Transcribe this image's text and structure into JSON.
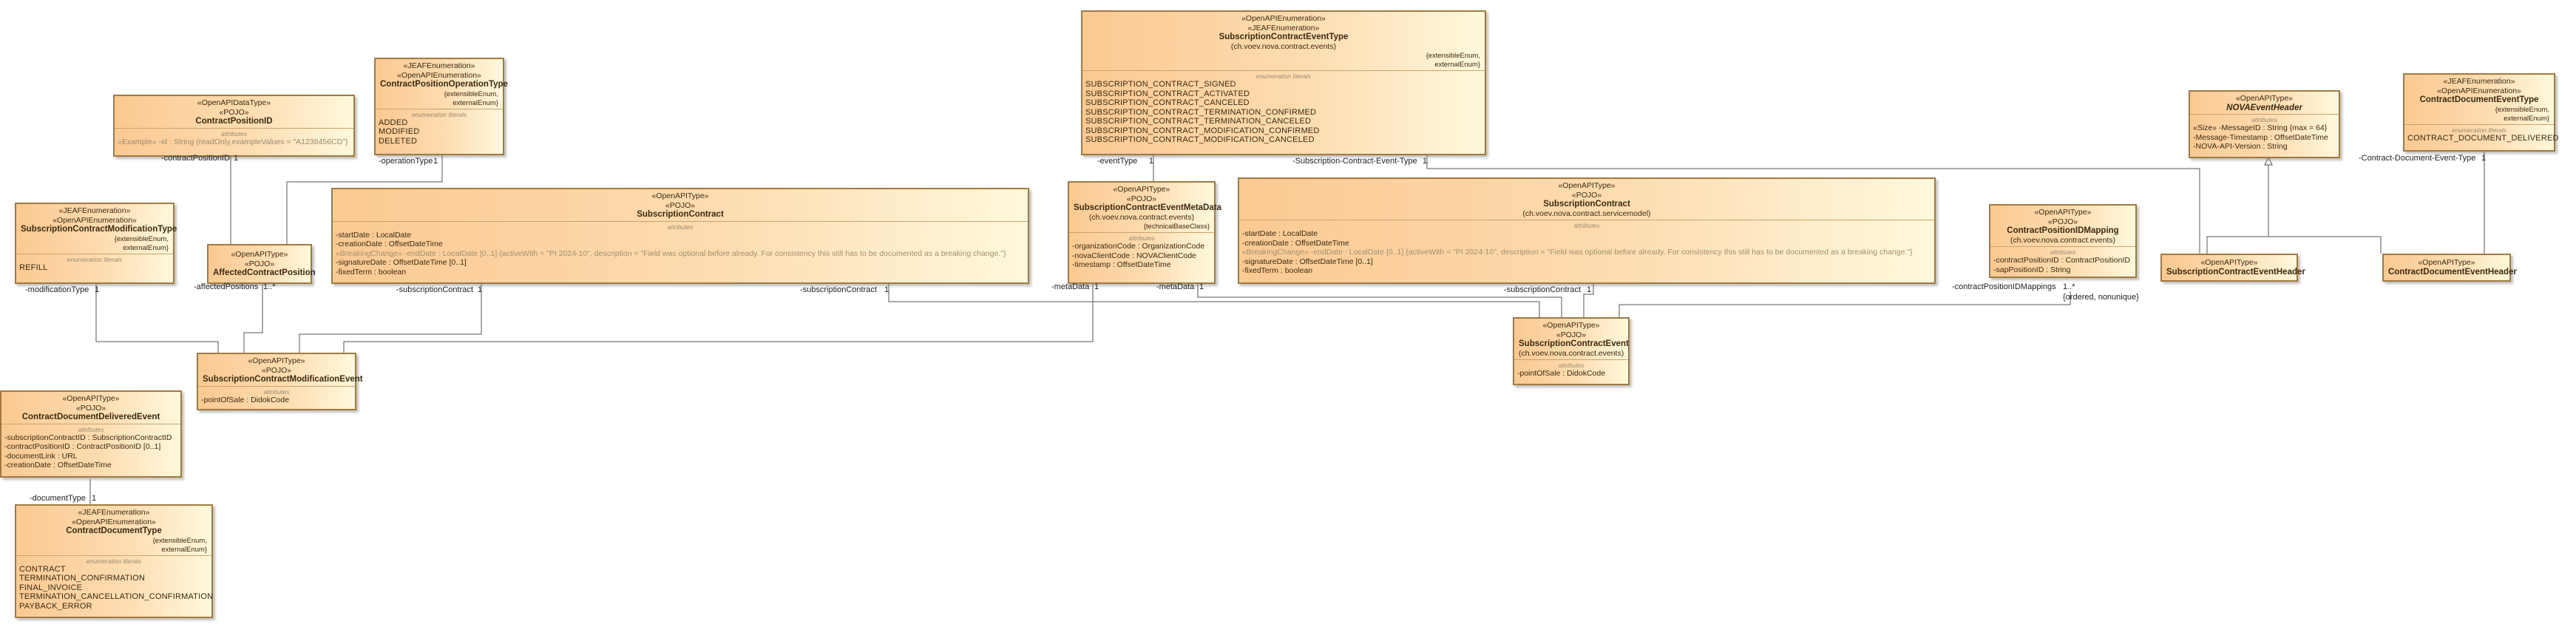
{
  "classes": {
    "contract_position_id": {
      "stereotypes": [
        "«OpenAPIDataType»",
        "«POJO»"
      ],
      "name": "ContractPositionID",
      "section_label": "attributes",
      "attributes": [
        {
          "text": "«Example» -id : String {readOnly,exampleValues = \"A1238456CD\"}",
          "muted": true
        }
      ]
    },
    "contract_position_operation_type": {
      "stereotypes": [
        "«JEAFEnumeration»",
        "«OpenAPIEnumeration»"
      ],
      "name": "ContractPositionOperationType",
      "tagged_values": [
        "{extensibleEnum,",
        "externalEnum}"
      ],
      "section_label": "enumeration literals",
      "literals": [
        "ADDED",
        "MODIFIED",
        "DELETED"
      ]
    },
    "subscription_contract_event_type": {
      "stereotypes": [
        "«OpenAPIEnumeration»",
        "«JEAFEnumeration»"
      ],
      "name": "SubscriptionContractEventType",
      "package": "(ch.voev.nova.contract.events)",
      "tagged_values": [
        "{extensibleEnum,",
        "externalEnum}"
      ],
      "section_label": "enumeration literals",
      "literals": [
        "SUBSCRIPTION_CONTRACT_SIGNED",
        "SUBSCRIPTION_CONTRACT_ACTIVATED",
        "SUBSCRIPTION_CONTRACT_CANCELED",
        "SUBSCRIPTION_CONTRACT_TERMINATION_CONFIRMED",
        "SUBSCRIPTION_CONTRACT_TERMINATION_CANCELED",
        "SUBSCRIPTION_CONTRACT_MODIFICATION_CONFIRMED",
        "SUBSCRIPTION_CONTRACT_MODIFICATION_CANCELED"
      ]
    },
    "nova_event_header": {
      "stereotypes": [
        "«OpenAPIType»"
      ],
      "name": "NOVAEventHeader",
      "section_label": "attributes",
      "attributes": [
        {
          "text": "«Size» -MessageID : String {max = 64}"
        },
        {
          "text": "-Message-Timestamp : OffsetDateTime"
        },
        {
          "text": "-NOVA-API-Version : String"
        }
      ]
    },
    "contract_document_event_type": {
      "stereotypes": [
        "«JEAFEnumeration»",
        "«OpenAPIEnumeration»"
      ],
      "name": "ContractDocumentEventType",
      "tagged_values": [
        "{extensibleEnum,",
        "externalEnum}"
      ],
      "section_label": "enumeration literals",
      "literals": [
        "CONTRACT_DOCUMENT_DELIVERED"
      ]
    },
    "subscription_contract_modification_type": {
      "stereotypes": [
        "«JEAFEnumeration»",
        "«OpenAPIEnumeration»"
      ],
      "name": "SubscriptionContractModificationType",
      "tagged_values": [
        "{extensibleEnum,",
        "externalEnum}"
      ],
      "section_label": "enumeration literals",
      "literals": [
        "REFILL"
      ]
    },
    "affected_contract_position": {
      "stereotypes": [
        "«OpenAPIType»",
        "«POJO»"
      ],
      "name": "AffectedContractPosition"
    },
    "subscription_contract": {
      "stereotypes": [
        "«OpenAPIType»",
        "«POJO»"
      ],
      "name": "SubscriptionContract",
      "section_label": "attributes",
      "attributes": [
        {
          "text": "-startDate : LocalDate"
        },
        {
          "text": "-creationDate : OffsetDateTime"
        },
        {
          "text": "«BreakingChange» -endDate : LocalDate [0..1] {activeWith = \"PI 2024-10\", description = \"Field was optional before already. For consistency this still has to be documented as a breaking change.\"}"
        },
        {
          "text": "-signatureDate : OffsetDateTime [0..1]"
        },
        {
          "text": "-fixedTerm : boolean"
        }
      ]
    },
    "subscription_contract_event_meta_data": {
      "stereotypes": [
        "«OpenAPIType»",
        "«POJO»"
      ],
      "name": "SubscriptionContractEventMetaData",
      "package": "(ch.voev.nova.contract.events)",
      "tagged_values": [
        "{technicalBaseClass}"
      ],
      "section_label": "attributes",
      "attributes": [
        {
          "text": "-organizationCode : OrganizationCode"
        },
        {
          "text": "-novaClientCode : NOVAClientCode"
        },
        {
          "text": "-timestamp : OffsetDateTime"
        }
      ]
    },
    "subscription_contract_sm": {
      "stereotypes": [
        "«OpenAPIType»",
        "«POJO»"
      ],
      "name": "SubscriptionContract",
      "package": "(ch.voev.nova.contract.servicemodel)",
      "section_label": "attributes",
      "attributes": [
        {
          "text": "-startDate : LocalDate"
        },
        {
          "text": "-creationDate : OffsetDateTime"
        },
        {
          "text": "«BreakingChange» -endDate : LocalDate [0..1] {activeWith = \"PI 2024-10\", description = \"Field was optional before already. For consistency this still has to be documented as a breaking change.\"}"
        },
        {
          "text": "-signatureDate : OffsetDateTime [0..1]"
        },
        {
          "text": "-fixedTerm : boolean"
        }
      ]
    },
    "contract_position_id_mapping": {
      "stereotypes": [
        "«OpenAPIType»",
        "«POJO»"
      ],
      "name": "ContractPositionIDMapping",
      "package": "(ch.voev.nova.contract.events)",
      "section_label": "attributes",
      "attributes": [
        {
          "text": "-contractPositionID : ContractPositionID"
        },
        {
          "text": "-sapPositionID : String"
        }
      ]
    },
    "subscription_contract_event_header": {
      "stereotypes": [
        "«OpenAPIType»"
      ],
      "name": "SubscriptionContractEventHeader"
    },
    "contract_document_event_header": {
      "stereotypes": [
        "«OpenAPIType»"
      ],
      "name": "ContractDocumentEventHeader"
    },
    "subscription_contract_modification_event": {
      "stereotypes": [
        "«OpenAPIType»",
        "«POJO»"
      ],
      "name": "SubscriptionContractModificationEvent",
      "section_label": "attributes",
      "attributes": [
        {
          "text": "-pointOfSale : DidokCode"
        }
      ]
    },
    "subscription_contract_event": {
      "stereotypes": [
        "«OpenAPIType»",
        "«POJO»"
      ],
      "name": "SubscriptionContractEvent",
      "package": "(ch.voev.nova.contract.events)",
      "section_label": "attributes",
      "attributes": [
        {
          "text": "-pointOfSale : DidokCode"
        }
      ]
    },
    "contract_document_delivered_event": {
      "stereotypes": [
        "«OpenAPIType»",
        "«POJO»"
      ],
      "name": "ContractDocumentDeliveredEvent",
      "section_label": "attributes",
      "attributes": [
        {
          "text": "-subscriptionContractID : SubscriptionContractID"
        },
        {
          "text": "-contractPositionID : ContractPositionID [0..1]"
        },
        {
          "text": "-documentLink : URL"
        },
        {
          "text": "-creationDate : OffsetDateTime"
        }
      ]
    },
    "contract_document_type": {
      "stereotypes": [
        "«JEAFEnumeration»",
        "«OpenAPIEnumeration»"
      ],
      "name": "ContractDocumentType",
      "tagged_values": [
        "{extensibleEnum,",
        "externalEnum}"
      ],
      "section_label": "enumeration literals",
      "literals": [
        "CONTRACT",
        "TERMINATION_CONFIRMATION",
        "FINAL_INVOICE",
        "TERMINATION_CANCELLATION_CONFIRMATION",
        "PAYBACK_ERROR"
      ]
    }
  },
  "labels": {
    "contract_position_id_role": "-contractPositionID",
    "operation_type_role": "-operationType",
    "modification_type_role": "-modificationType",
    "affected_positions_role": "-affectedPositions",
    "subscription_contract_role": "-subscriptionContract",
    "event_type_role": "-eventType",
    "meta_data_role": "-metaData",
    "sc_event_type_role": "-Subscription-Contract-Event-Type",
    "cd_event_type_role": "-Contract-Document-Event-Type",
    "contract_position_id_mappings_role": "-contractPositionIDMappings",
    "document_type_role": "-documentType",
    "mult_one": "1",
    "mult_one_star": "1..*",
    "ordered_nonunique": "{ordered, nonunique}"
  }
}
